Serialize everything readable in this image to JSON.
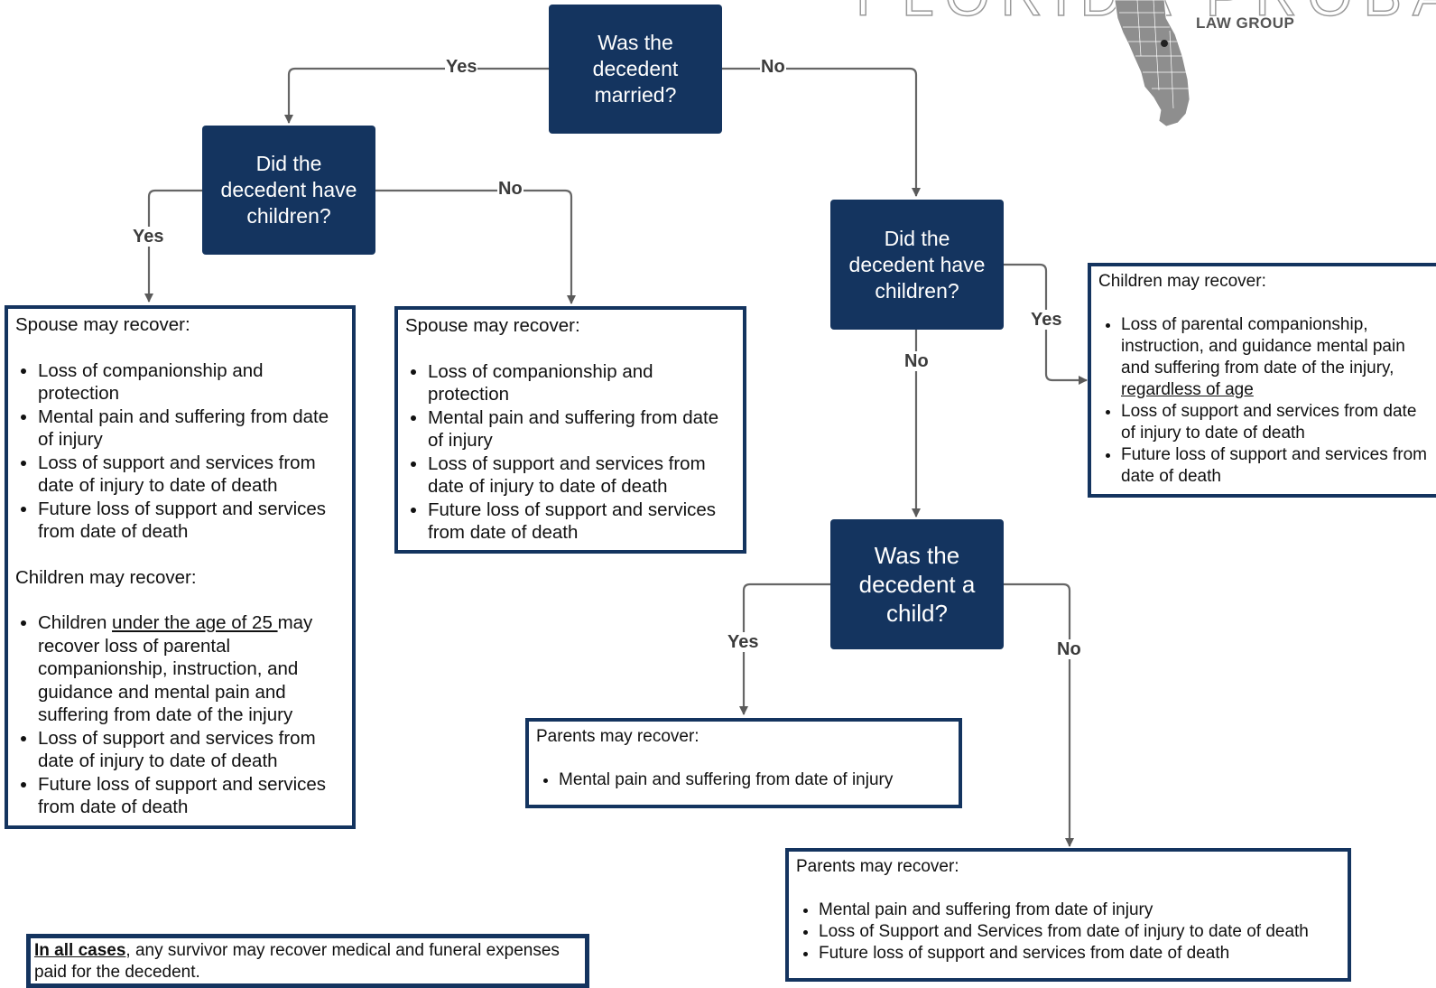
{
  "logo": {
    "text": "FLORIDA PROBATE",
    "subtitle": "LAW GROUP"
  },
  "questions": {
    "married": "Was the decedent married?",
    "children_married": "Did the decedent have children?",
    "children_unmarried": "Did the decedent have children?",
    "child": "Was the decedent a child?"
  },
  "labels": {
    "married_yes": "Yes",
    "married_no": "No",
    "children_married_yes": "Yes",
    "children_married_no": "No",
    "children_unmarried_yes": "Yes",
    "children_unmarried_no": "No",
    "child_yes": "Yes",
    "child_no": "No"
  },
  "boxes": {
    "spouse_and_children": {
      "spouse_heading": "Spouse may recover:",
      "spouse_items": [
        "Loss of companionship and protection",
        "Mental pain and suffering from date of injury",
        "Loss of support and services from date of injury to date of death",
        "Future loss of support and services from date of death"
      ],
      "children_heading": "Children may recover:",
      "children_item1_pre": "Children ",
      "children_item1_underline": "under the age of 25 ",
      "children_item1_post": "may recover loss of parental companionship, instruction, and guidance and mental pain and suffering from date of the injury",
      "children_items": [
        "Loss of support and services from date of injury to date of death",
        "Future loss of support and services from date of death"
      ]
    },
    "spouse_only": {
      "heading": "Spouse may recover:",
      "items": [
        "Loss of companionship and protection",
        "Mental pain and suffering from date of injury",
        "Loss of support and services from date of injury to date of death",
        "Future loss of support and services from date of death"
      ]
    },
    "children_only": {
      "heading": "Children may recover:",
      "item1_pre": "Loss of parental companionship, instruction, and guidance mental pain and suffering from date of the injury, ",
      "item1_underline": "regardless of age",
      "items": [
        "Loss of support and services from date of injury to date of death",
        "Future loss of support and services from date of death"
      ]
    },
    "parents_child": {
      "heading": "Parents may recover:",
      "items": [
        "Mental pain and suffering from date of injury"
      ]
    },
    "parents_adult": {
      "heading": "Parents may recover:",
      "items": [
        "Mental pain and suffering from date of injury",
        "Loss of Support and Services from date of injury to date of death",
        "Future loss of support and services from date of death"
      ]
    }
  },
  "note": {
    "bold": "In all cases",
    "text": ", any survivor may recover medical and funeral expenses paid for the decedent."
  }
}
